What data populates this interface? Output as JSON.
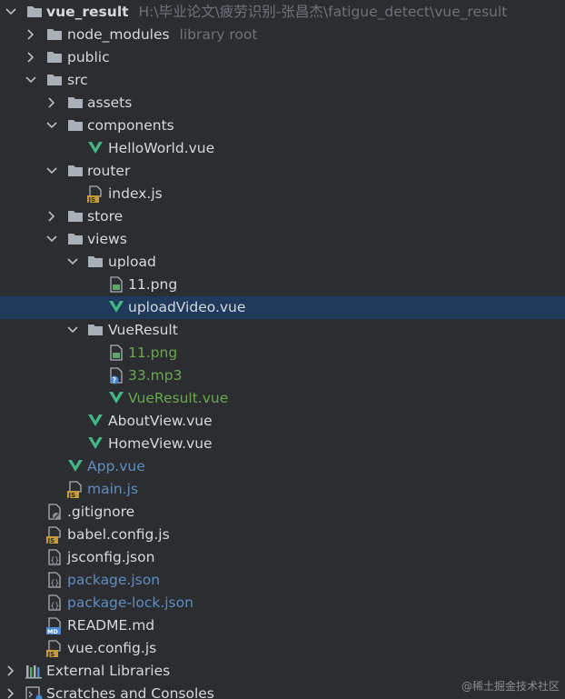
{
  "tree": {
    "root": {
      "name": "vue_result",
      "path": "H:\\毕业论文\\疲劳识别-张昌杰\\fatigue_detect\\vue_result"
    },
    "node_modules": {
      "name": "node_modules",
      "hint": "library root"
    },
    "public": {
      "name": "public"
    },
    "src": {
      "name": "src"
    },
    "assets": {
      "name": "assets"
    },
    "components": {
      "name": "components"
    },
    "helloworld": {
      "name": "HelloWorld.vue"
    },
    "router": {
      "name": "router"
    },
    "router_index": {
      "name": "index.js"
    },
    "store": {
      "name": "store"
    },
    "views": {
      "name": "views"
    },
    "upload": {
      "name": "upload"
    },
    "upload_png": {
      "name": "11.png"
    },
    "upload_video": {
      "name": "uploadVideo.vue"
    },
    "vueresult": {
      "name": "VueResult"
    },
    "vr_png": {
      "name": "11.png"
    },
    "vr_mp3": {
      "name": "33.mp3"
    },
    "vr_vue": {
      "name": "VueResult.vue"
    },
    "aboutview": {
      "name": "AboutView.vue"
    },
    "homeview": {
      "name": "HomeView.vue"
    },
    "appvue": {
      "name": "App.vue"
    },
    "mainjs": {
      "name": "main.js"
    },
    "gitignore": {
      "name": ".gitignore"
    },
    "babel": {
      "name": "babel.config.js"
    },
    "jsconfig": {
      "name": "jsconfig.json"
    },
    "package": {
      "name": "package.json"
    },
    "packagelock": {
      "name": "package-lock.json"
    },
    "readme": {
      "name": "README.md"
    },
    "vueconfig": {
      "name": "vue.config.js"
    },
    "extlibs": {
      "name": "External Libraries"
    },
    "scratches": {
      "name": "Scratches and Consoles"
    }
  },
  "watermark": "@稀土掘金技术社区",
  "colors": {
    "background": "#2b2d30",
    "selected_row": "#1f3a5a",
    "folder": "#a9b0b8",
    "vue_icon": "#41b883",
    "js_badge": "#c99a3a",
    "green_text": "#6aa84f",
    "blue_text": "#5f8ec4",
    "hint_text": "#6f737a"
  },
  "icons": {
    "chevron_open": "chevron-down-icon",
    "chevron_closed": "chevron-right-icon",
    "folder": "folder-icon",
    "vue": "vue-file-icon",
    "js": "js-file-icon",
    "image": "image-file-icon",
    "audio": "unknown-file-icon",
    "text": "text-file-icon",
    "json": "json-file-icon",
    "markdown": "markdown-file-icon",
    "libraries": "external-libraries-icon",
    "scratches": "scratches-icon"
  }
}
